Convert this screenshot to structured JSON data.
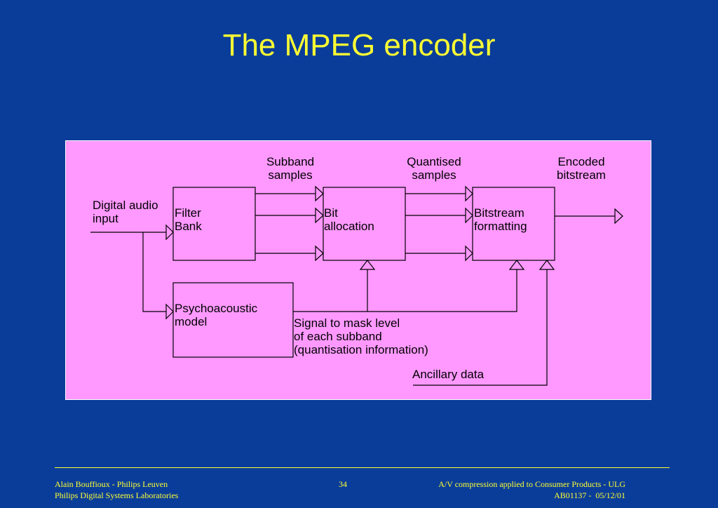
{
  "title": "The MPEG encoder",
  "diagram": {
    "input_label": "Digital audio\ninput",
    "filter_bank": "Filter\nBank",
    "psycho_model": "Psychoacoustic\nmodel",
    "bit_allocation": "Bit\nallocation",
    "bitstream_formatting": "Bitstream\nformatting",
    "subband_samples": "Subband\nsamples",
    "quantised_samples": "Quantised\nsamples",
    "encoded_bitstream": "Encoded\nbitstream",
    "signal_to_mask": "Signal to mask level\nof each subband\n(quantisation information)",
    "ancillary_data": "Ancillary data"
  },
  "footer": {
    "author": "Alain Bouffioux - Philips Leuven",
    "org": "Philips Digital Systems Laboratories",
    "page": "34",
    "course": "A/V compression applied to Consumer Products - ULG",
    "ref": "AB01137 -  05/12/01"
  },
  "colors": {
    "background": "#0a3d99",
    "title": "#ffff33",
    "panel": "#ff99ff"
  }
}
